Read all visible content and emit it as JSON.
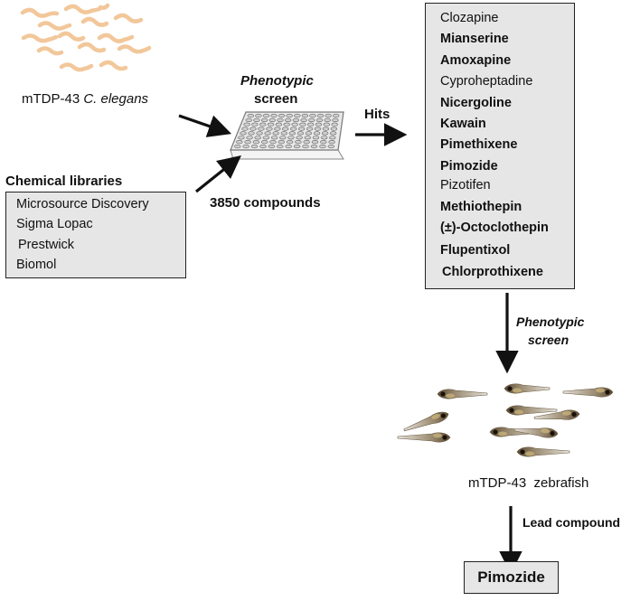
{
  "worm_label_prefix": "mTDP-43 ",
  "worm_label_species": "C. elegans",
  "screen1_title_italic": "Phenotypic",
  "screen1_title": "screen",
  "hits_label": "Hits",
  "compounds_label": "3850 compounds",
  "libraries_title": "Chemical libraries",
  "libraries": [
    "Microsource Discovery",
    "Sigma Lopac",
    "Prestwick",
    "Biomol"
  ],
  "hits": [
    {
      "name": "Clozapine",
      "bold": false
    },
    {
      "name": "Mianserine",
      "bold": true
    },
    {
      "name": "Amoxapine",
      "bold": true
    },
    {
      "name": "Cyproheptadine",
      "bold": false
    },
    {
      "name": "Nicergoline",
      "bold": true
    },
    {
      "name": "Kawain",
      "bold": true
    },
    {
      "name": "Pimethixene",
      "bold": true
    },
    {
      "name": "Pimozide",
      "bold": true
    },
    {
      "name": "Pizotifen",
      "bold": false
    },
    {
      "name": "Methiothepin",
      "bold": true
    },
    {
      "name": "(±)-Octoclothepin",
      "bold": true
    },
    {
      "name": "Flupentixol",
      "bold": true
    },
    {
      "name": "Chlorprothixene",
      "bold": true
    }
  ],
  "screen2_line1": "Phenotypic",
  "screen2_line2": "screen",
  "zebrafish_label": "mTDP-43  zebrafish",
  "lead_label": "Lead compound",
  "result": "Pimozide",
  "colors": {
    "box_fill": "#e6e6e6",
    "worm": "#f2c79a",
    "border": "#222222"
  },
  "icons": [
    "worm-icon",
    "well-plate-icon",
    "zebrafish-larva-icon",
    "arrow-icon"
  ]
}
